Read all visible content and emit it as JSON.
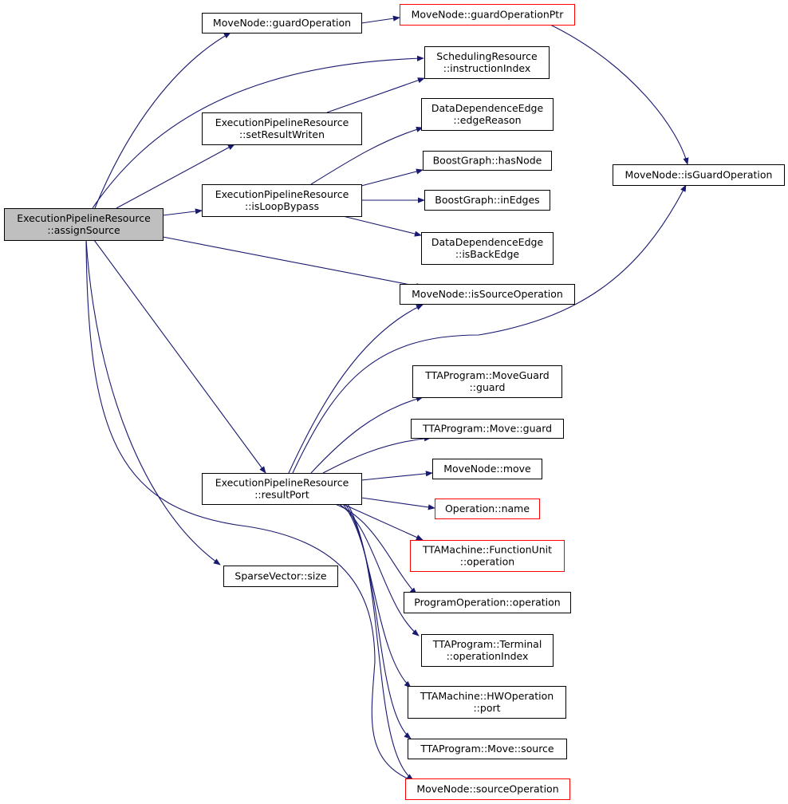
{
  "graph": {
    "colors": {
      "edge": "#191970",
      "node_border": "#000000",
      "node_link_border": "#ff0000",
      "root_fill": "#bfbfbf",
      "node_fill": "#ffffff"
    },
    "nodes": {
      "root": [
        "ExecutionPipelineResource",
        "::assignSource"
      ],
      "guardOperation": [
        "MoveNode::guardOperation"
      ],
      "guardOperationPtr": [
        "MoveNode::guardOperationPtr"
      ],
      "instructionIndex": [
        "SchedulingResource",
        "::instructionIndex"
      ],
      "setResultWriten": [
        "ExecutionPipelineResource",
        "::setResultWriten"
      ],
      "edgeReason": [
        "DataDependenceEdge",
        "::edgeReason"
      ],
      "isLoopBypass": [
        "ExecutionPipelineResource",
        "::isLoopBypass"
      ],
      "hasNode": [
        "BoostGraph::hasNode"
      ],
      "inEdges": [
        "BoostGraph::inEdges"
      ],
      "isBackEdge": [
        "DataDependenceEdge",
        "::isBackEdge"
      ],
      "isGuardOperation": [
        "MoveNode::isGuardOperation"
      ],
      "isSourceOperation": [
        "MoveNode::isSourceOperation"
      ],
      "moveGuardGuard": [
        "TTAProgram::MoveGuard",
        "::guard"
      ],
      "moveGuard": [
        "TTAProgram::Move::guard"
      ],
      "resultPort": [
        "ExecutionPipelineResource",
        "::resultPort"
      ],
      "moveNodeMove": [
        "MoveNode::move"
      ],
      "operationName": [
        "Operation::name"
      ],
      "fuOperation": [
        "TTAMachine::FunctionUnit",
        "::operation"
      ],
      "sparseSize": [
        "SparseVector::size"
      ],
      "programOperation": [
        "ProgramOperation::operation"
      ],
      "operationIndex": [
        "TTAProgram::Terminal",
        "::operationIndex"
      ],
      "hwPort": [
        "TTAMachine::HWOperation",
        "::port"
      ],
      "moveSource": [
        "TTAProgram::Move::source"
      ],
      "sourceOperation": [
        "MoveNode::sourceOperation"
      ]
    }
  }
}
